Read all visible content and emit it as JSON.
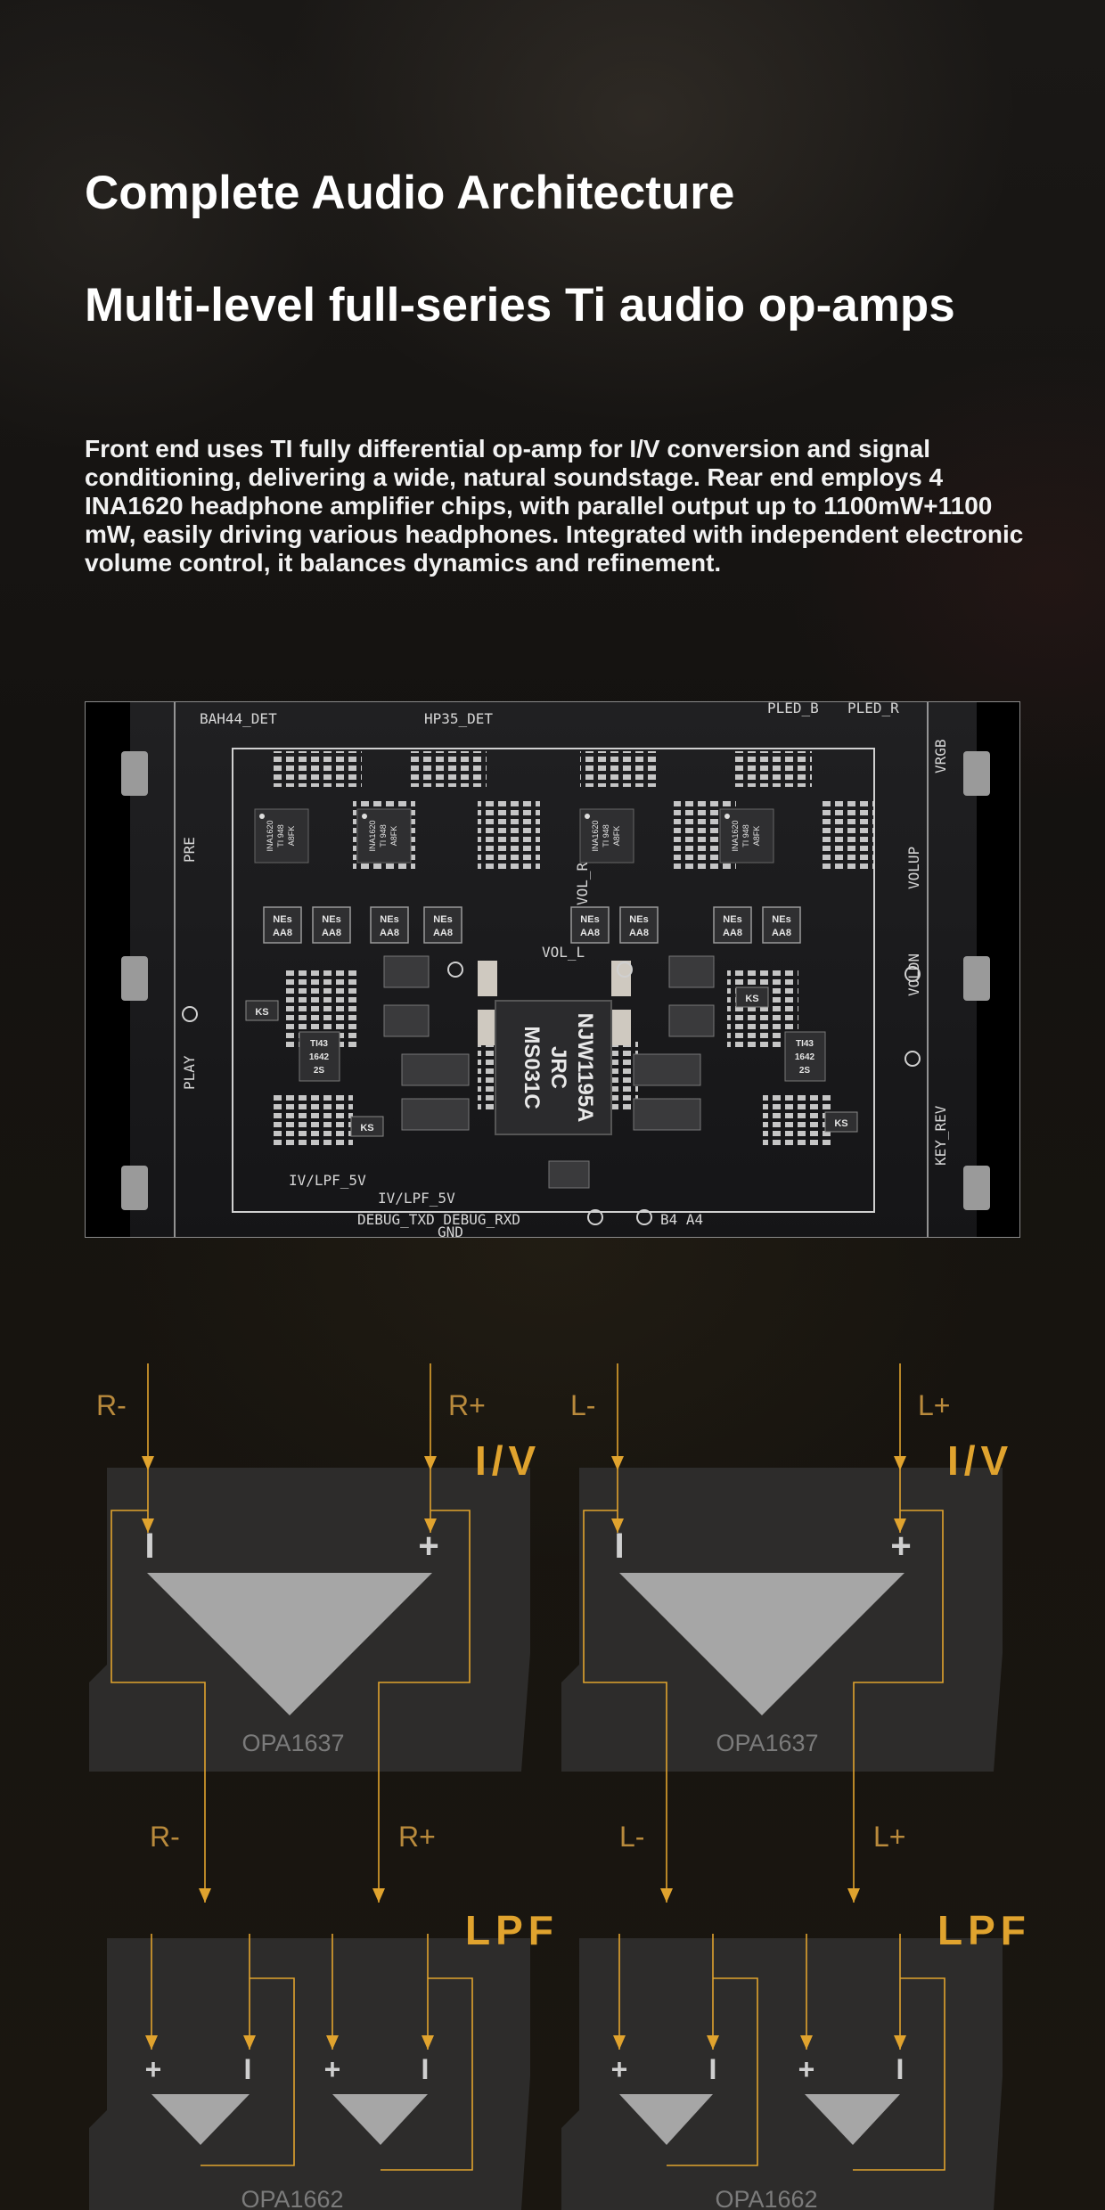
{
  "header": {
    "title": "Complete Audio Architecture",
    "subtitle": "Multi-level full-series Ti audio op-amps"
  },
  "description": "Front end uses TI fully differential op-amp for I/V conversion and signal conditioning, delivering a wide, natural soundstage. Rear end employs 4 INA1620 headphone amplifier chips, with parallel output up to 1100mW+1100 mW, easily driving various headphones. Integrated with independent electronic volume control, it balances dynamics and refinement.",
  "board": {
    "silkscreen": {
      "bah44": "BAH44_DET",
      "hp35": "HP35_DET",
      "pled_b": "PLED_B",
      "pled_r": "PLED_R",
      "vrgb": "VRGB",
      "pre": "PRE",
      "volup": "VOLUP",
      "voldn": "VOLDN",
      "vol_r": "VOL_R",
      "vol_l": "VOL_L",
      "play": "PLAY",
      "key_rev": "KEY_REV",
      "ivlpf_1": "IV/LPF_5V",
      "ivlpf_2": "IV/LPF_5V",
      "debug": "DEBUG_TXD DEBUG_RXD",
      "b4a4": "B4 A4",
      "gnd": "GND"
    },
    "amp_chip": {
      "line1": "INA1620",
      "line2": "TI 948",
      "line3": "A8FK"
    },
    "nes_chip": {
      "line1": "NEs",
      "line2": "AA8"
    },
    "tl_chip": {
      "line1": "TI43",
      "line2": "1642",
      "line3": "2S"
    },
    "ks_label": "KS",
    "main_chip": {
      "line1": "NJW1195A",
      "line2": "JRC",
      "line3": "MS031C"
    }
  },
  "diagram": {
    "colors": {
      "accent": "#e0a32e",
      "block": "#2d2c2b",
      "amp": "#a6a6a6",
      "label": "#b98a3c"
    },
    "stages": [
      {
        "label": "I/V",
        "chip": "OPA1637"
      },
      {
        "label": "I/V",
        "chip": "OPA1637"
      },
      {
        "label": "LPF",
        "chip": "OPA1662"
      },
      {
        "label": "LPF",
        "chip": "OPA1662"
      }
    ],
    "signals": {
      "r_minus": "R-",
      "r_plus": "R+",
      "l_minus": "L-",
      "l_plus": "L+"
    },
    "pins": {
      "minus": "I",
      "plus": "+"
    }
  }
}
